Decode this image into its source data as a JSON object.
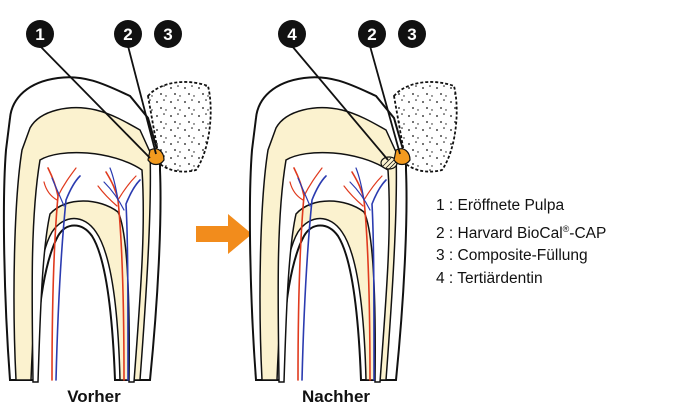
{
  "colors": {
    "dentin": "#fbf2cf",
    "pulpa": "#ffffff",
    "outline": "#111111",
    "artery": "#e03a1e",
    "vein": "#2b3bb0",
    "capping": "#f29a1f",
    "arrow": "#f28c1c",
    "filling": "#ffffff"
  },
  "markers": {
    "m1": "1",
    "m2": "2",
    "m3": "3",
    "m4": "4"
  },
  "captions": {
    "before": "Vorher",
    "after": "Nachher"
  },
  "legend": {
    "items": [
      {
        "num": "1",
        "sep": " : ",
        "text": "Eröffnete Pulpa",
        "sup": "",
        "tail": ""
      },
      {
        "num": "2",
        "sep": " : ",
        "text": "Harvard BioCal",
        "sup": "®",
        "tail": "-CAP"
      },
      {
        "num": "3",
        "sep": " : ",
        "text": "Composite-Füllung",
        "sup": "",
        "tail": ""
      },
      {
        "num": "4",
        "sep": " : ",
        "text": "Tertiärdentin",
        "sup": "",
        "tail": ""
      }
    ]
  }
}
